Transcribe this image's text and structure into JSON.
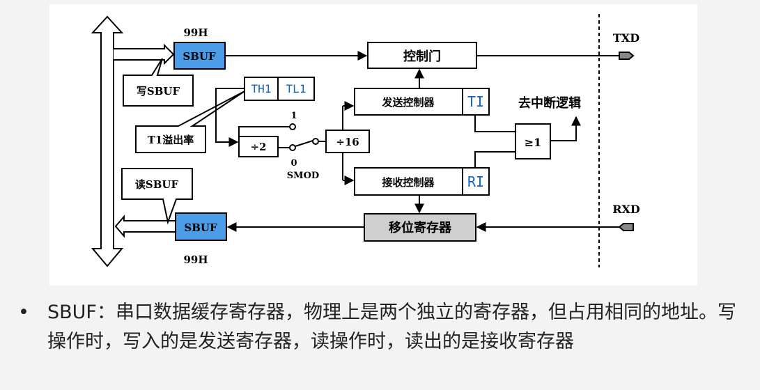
{
  "diagram": {
    "sbuf_tx": "SBUF",
    "sbuf_rx": "SBUF",
    "addr_top": "99H",
    "addr_bottom": "99H",
    "write_sbuf": "写SBUF",
    "read_sbuf": "读SBUF",
    "th1": "TH1",
    "tl1": "TL1",
    "t1_overflow": "T1溢出率",
    "div2": "÷2",
    "div16": "÷16",
    "sw_one": "1",
    "sw_zero": "0",
    "smod": "SMOD",
    "control_gate": "控制门",
    "tx_controller": "发送控制器",
    "rx_controller": "接收控制器",
    "ti": "TI",
    "ri": "RI",
    "or_gate": "≥1",
    "interrupt_logic": "去中断逻辑",
    "shift_register": "移位寄存器",
    "txd": "TXD",
    "rxd": "RXD"
  },
  "description": {
    "bullet": "•",
    "text": "SBUF：串口数据缓存寄存器，物理上是两个独立的寄存器，但占用相同的地址。写操作时，写入的是发送寄存器，读操作时，读出的是接收寄存器"
  },
  "colors": {
    "sbuf_fill": "#4a9de6",
    "blue_text": "#1565c0",
    "shift_fill": "#cfcfcf"
  }
}
